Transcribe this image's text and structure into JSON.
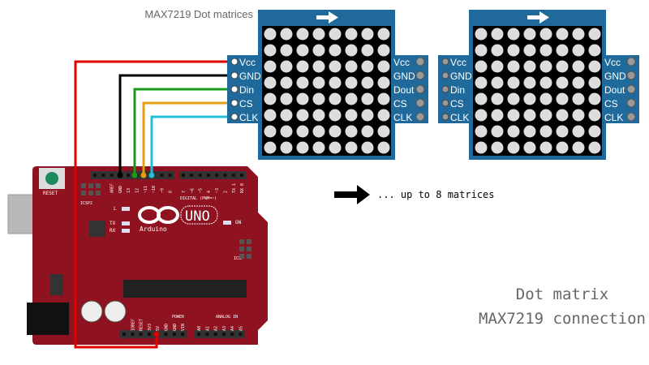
{
  "header": {
    "title": "MAX7219 Dot matrices"
  },
  "matrices": [
    {
      "left_pins": [
        "Vcc",
        "GND",
        "Din",
        "CS",
        "CLK"
      ],
      "right_pins": [
        "Vcc",
        "GND",
        "Dout",
        "CS",
        "CLK"
      ]
    },
    {
      "left_pins": [
        "Vcc",
        "GND",
        "Din",
        "CS",
        "CLK"
      ],
      "right_pins": [
        "Vcc",
        "GND",
        "Dout",
        "CS",
        "CLK"
      ]
    }
  ],
  "note": "... up to 8 matrices",
  "caption": {
    "line1": "Dot matrix",
    "line2": "MAX7219 connection"
  },
  "arduino": {
    "reset": "RESET",
    "icsp2": "ICSP2",
    "icsp": "ICSP",
    "logo": "Arduino",
    "model": "UNO",
    "digital": "DIGITAL (PWM=~)",
    "power": "POWER",
    "analog": "ANALOG IN",
    "led_l": "L",
    "led_tx": "TX",
    "led_rx": "RX",
    "led_on": "ON",
    "top_pins": [
      "AREF",
      "GND",
      "13",
      "12",
      "~11",
      "~10",
      "~9",
      "8",
      "7",
      "~6",
      "~5",
      "4",
      "~3",
      "2",
      "TX 1",
      "RX 0"
    ],
    "bottom_pins": [
      "IOREF",
      "RESET",
      "3V3",
      "5V",
      "GND",
      "GND",
      "VIN"
    ],
    "analog_pins": [
      "A0",
      "A1",
      "A2",
      "A3",
      "A4",
      "A5"
    ]
  },
  "colors": {
    "board_blue": "#1f6a9a",
    "arduino_red": "#8e1220",
    "vcc": "#e00000",
    "gnd": "#000000",
    "din": "#1a9a1a",
    "cs": "#e0a010",
    "clk": "#20c0d8"
  }
}
